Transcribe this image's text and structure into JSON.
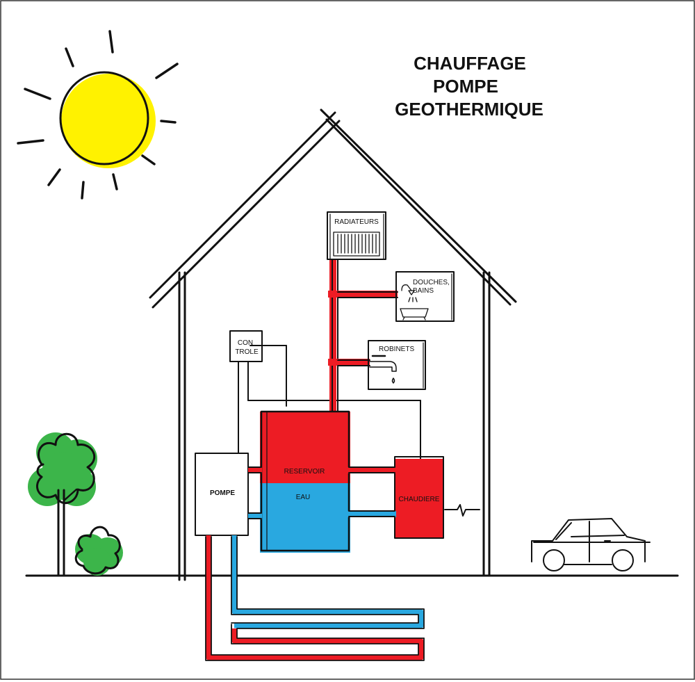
{
  "title": {
    "line1": "CHAUFFAGE",
    "line2": "POMPE",
    "line3": "GEOTHERMIQUE"
  },
  "labels": {
    "radiateurs": "RADIATEURS",
    "douches_line1": "DOUCHES,",
    "douches_line2": "BAINS",
    "robinets": "ROBINETS",
    "controle_line1": "CON",
    "controle_line2": "TROLE",
    "reservoir": "RESERVOIR",
    "eau": "EAU",
    "chaudiere": "CHAUDIERE",
    "pompe": "POMPE"
  },
  "colors": {
    "hot": "#ed1c24",
    "cold": "#29a8e0",
    "sun": "#fff200",
    "tree": "#3cb54a",
    "ink": "#111111"
  }
}
